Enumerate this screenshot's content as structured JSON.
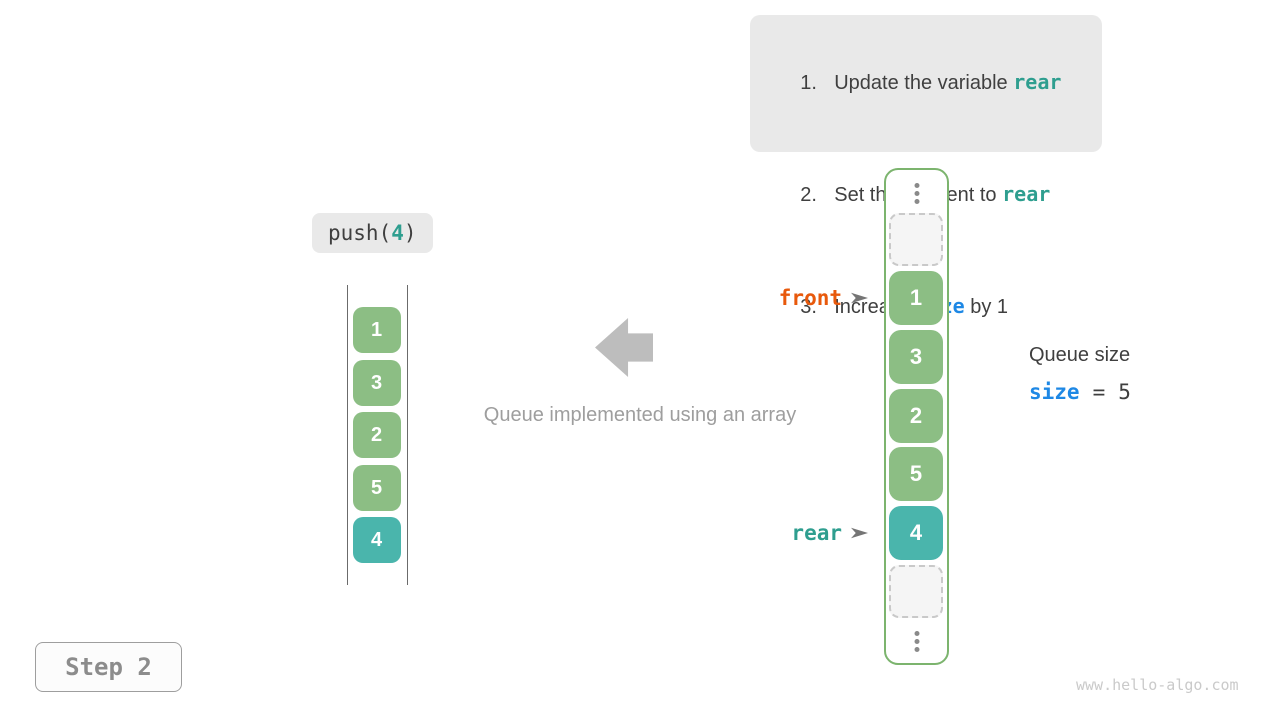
{
  "colors": {
    "cell_green": "#8CBE84",
    "cell_teal": "#4AB5AC",
    "border_green": "#7CB46E",
    "code_teal": "#2E9E8F",
    "code_blue": "#1E88E5",
    "front_orange": "#E8590C",
    "muted_gray": "#9E9E9E"
  },
  "instructions": {
    "items": [
      {
        "num": "1.",
        "before": "Update the variable ",
        "code": "rear",
        "code_color": "teal",
        "after": ""
      },
      {
        "num": "2.",
        "before": "Set the element to ",
        "code": "rear",
        "code_color": "teal",
        "after": ""
      },
      {
        "num": "3.",
        "before": "Increase ",
        "code": "size",
        "code_color": "blue",
        "after": " by 1"
      }
    ]
  },
  "operation": {
    "prefix": "push(",
    "arg": "4",
    "suffix": ")"
  },
  "stack": {
    "cells": [
      "1",
      "3",
      "2",
      "5",
      "4"
    ]
  },
  "caption": "Queue implemented using an array",
  "array": {
    "cells": [
      "1",
      "3",
      "2",
      "5",
      "4"
    ]
  },
  "pointers": {
    "front": "front",
    "rear": "rear"
  },
  "queue_size": {
    "title": "Queue size",
    "variable": "size",
    "operator": "=",
    "value": "5"
  },
  "step_label": "Step 2",
  "watermark": "www.hello-algo.com"
}
